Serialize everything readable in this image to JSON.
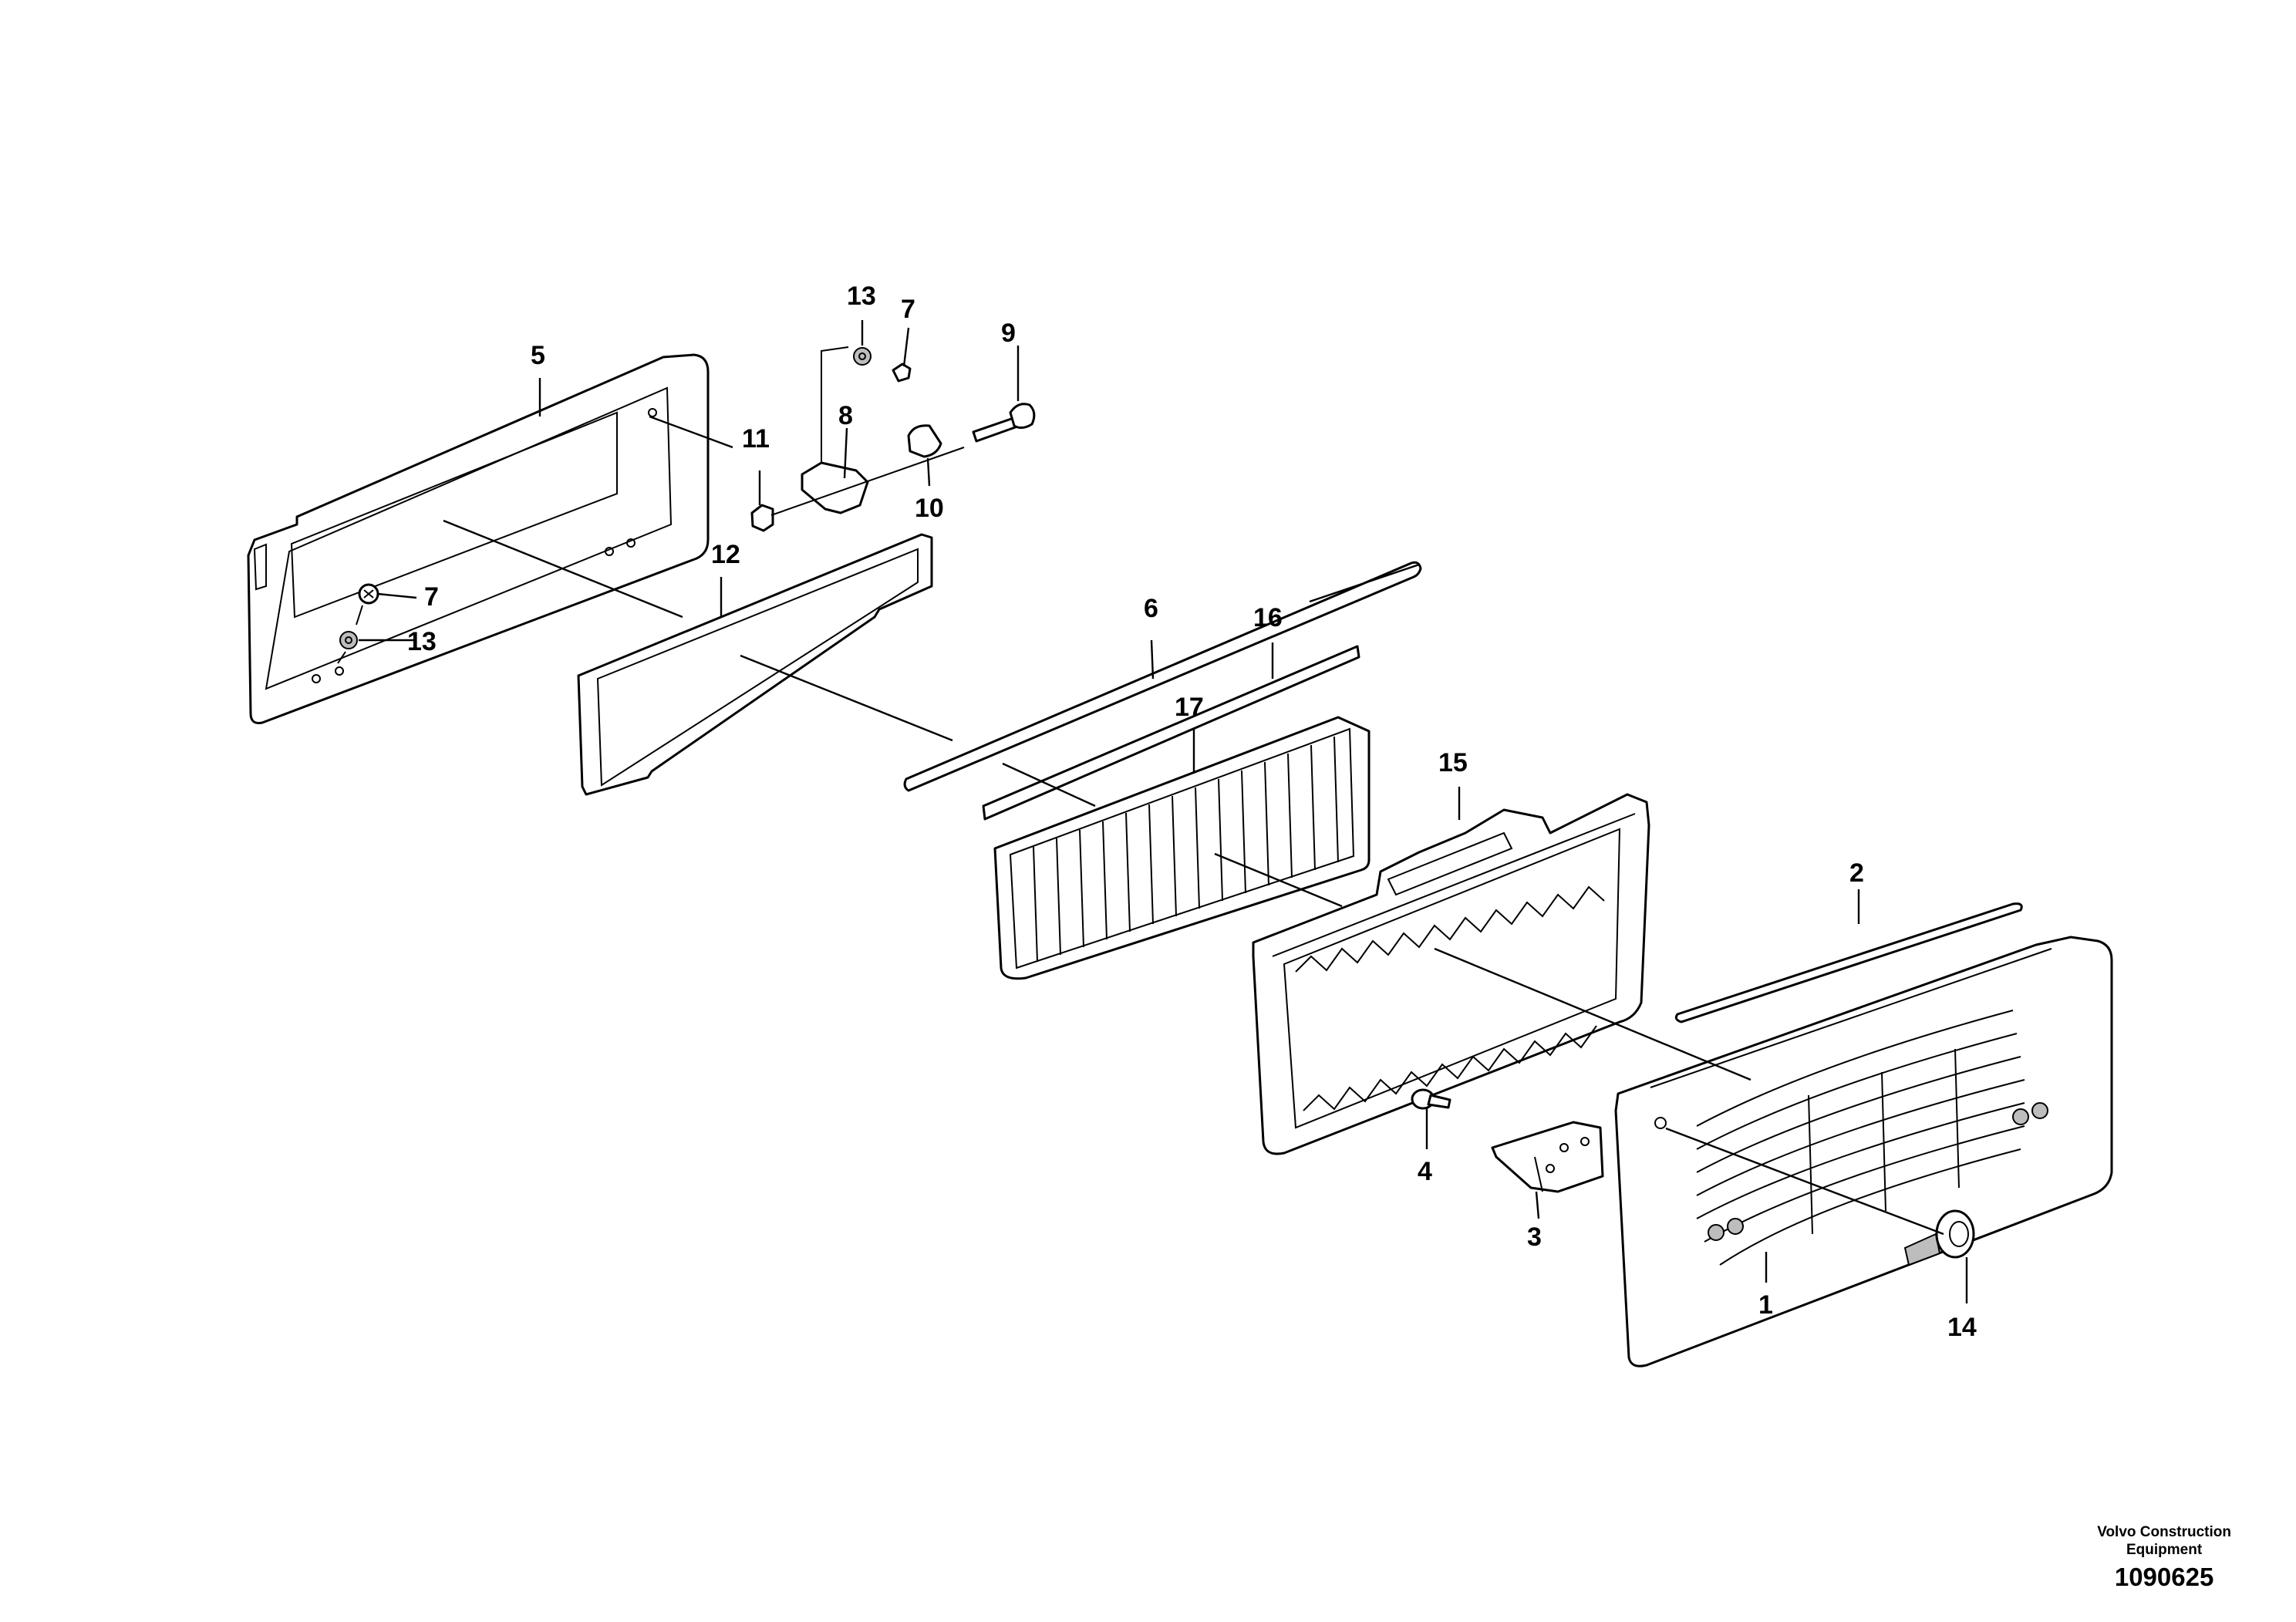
{
  "diagram": {
    "callouts": [
      "1",
      "2",
      "3",
      "4",
      "5",
      "6",
      "7",
      "7",
      "8",
      "9",
      "10",
      "11",
      "12",
      "13",
      "13",
      "14",
      "15",
      "16",
      "17"
    ]
  },
  "footer": {
    "brand_line1": "Volvo Construction",
    "brand_line2": "Equipment",
    "code": "1090625"
  }
}
